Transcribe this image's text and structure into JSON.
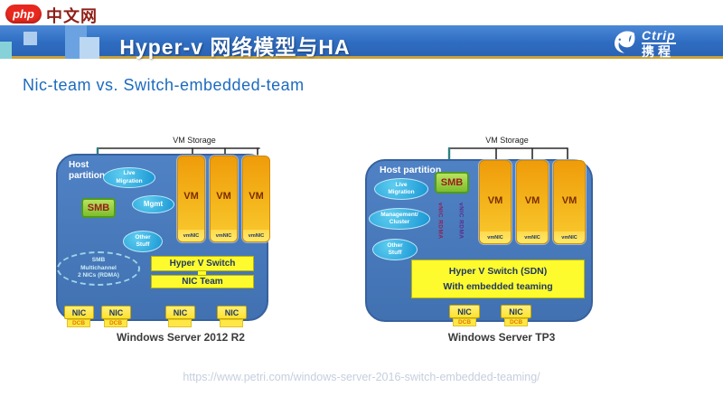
{
  "logo": {
    "php_label": "php",
    "site_label": "中文网"
  },
  "header": {
    "title": "Hyper-v 网络模型与HA",
    "ctrip_en": "Ctrip",
    "ctrip_cn": "携程"
  },
  "subtitle": "Nic-team vs. Switch-embedded-team",
  "footer": {
    "url": "https://www.petri.com/windows-server-2016-switch-embedded-teaming/"
  },
  "colors": {
    "header_blue": "#2f6dc2",
    "gold_rule": "#c9a23c",
    "host_blue": "#4a7bbd",
    "vm_orange": "#f0a30c",
    "switch_yellow": "#fdfa2e",
    "smb_green": "#8dc63f",
    "ellipse_blue": "#29abe2",
    "line_maroon": "#8f2058",
    "line_teal": "#2e8080",
    "subtitle_blue": "#1c6bbf"
  },
  "left_diagram": {
    "storage_label": "VM Storage",
    "host_label": "Host partition",
    "smb_label": "SMB",
    "ellipse_live": "Live\nMigration",
    "ellipse_mgmt": "Mgmt",
    "ellipse_other": "Other\nStuff",
    "dashed_ellipse": "SMB\nMultichannel\n2 NICs (RDMA)",
    "vm_labels": [
      "VM",
      "VM",
      "VM"
    ],
    "vmnic_label": "vmNIC",
    "switch_label": "Hyper V Switch",
    "team_label": "NIC Team",
    "nic_labels": [
      "NIC",
      "NIC",
      "NIC",
      "NIC"
    ],
    "dcb_label": "DCB",
    "caption": "Windows Server 2012 R2"
  },
  "right_diagram": {
    "storage_label": "VM Storage",
    "host_label": "Host partition",
    "smb_label": "SMB",
    "ellipse_live": "Live\nMigration",
    "ellipse_mgmt": "Management/\nCluster",
    "ellipse_other": "Other\nStuff",
    "vnic_labels": [
      "vNIC RDMA",
      "vNIC RDMA"
    ],
    "vm_labels": [
      "VM",
      "VM",
      "VM"
    ],
    "vmnic_label": "vmNIC",
    "switch_line1": "Hyper V Switch (SDN)",
    "switch_line2": "With embedded teaming",
    "nic_labels": [
      "NIC",
      "NIC"
    ],
    "dcb_label": "DCB",
    "caption": "Windows Server TP3"
  }
}
